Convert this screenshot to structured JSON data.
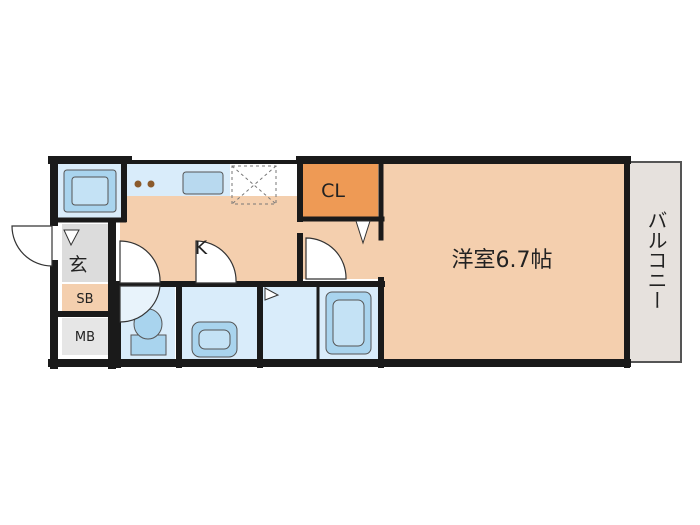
{
  "rooms": {
    "western_room": "洋室6.7帖",
    "closet": "CL",
    "kitchen": "K",
    "entrance": "玄",
    "shoe_box": "SB",
    "meter_box": "MB",
    "balcony": "バルコニー"
  },
  "colors": {
    "wall": "#1a1a1a",
    "western_room": "#f4cfae",
    "closet": "#ee9a55",
    "kitchen_floor": "#f4cfae",
    "wet_area": "#d9ecfa",
    "entrance": "#dcdcdc",
    "balcony": "#e6e1dd",
    "shoe_box": "#f4cfae",
    "meter_box": "#e6e6e6",
    "fixture": "#a9d4ee",
    "sink": "#b8d9ef",
    "stove_burner": "#8b5a2b"
  },
  "icons": [
    "washer-icon",
    "stove-icon",
    "sink-icon",
    "fridge-space-icon",
    "toilet-icon",
    "washbasin-icon",
    "bathtub-icon"
  ]
}
